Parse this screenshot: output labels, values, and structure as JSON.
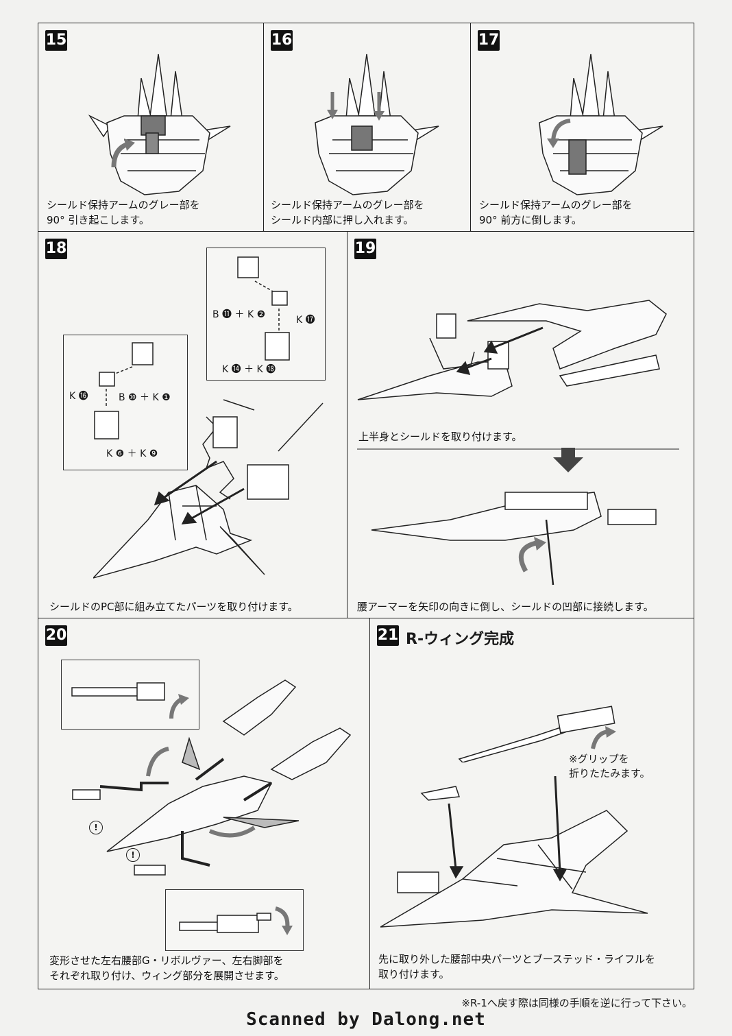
{
  "steps": {
    "s15": {
      "number": "15",
      "caption": "シールド保持アームのグレー部を\n90° 引き起こします。"
    },
    "s16": {
      "number": "16",
      "caption": "シールド保持アームのグレー部を\nシールド内部に押し入れます。"
    },
    "s17": {
      "number": "17",
      "caption": "シールド保持アームのグレー部を\n90° 前方に倒します。"
    },
    "s18": {
      "number": "18",
      "caption": "シールドのPC部に組み立てたパーツを取り付けます。",
      "parts_right": [
        "B ⓫ ＋ K ❷",
        "K ⓱",
        "K ⓮ ＋ K ⓲"
      ],
      "parts_left": [
        "K ⓰",
        "B ❿ ＋ K ❶",
        "K ❻ ＋ K ❾"
      ]
    },
    "s19": {
      "number": "19",
      "caption_top": "上半身とシールドを取り付けます。",
      "caption": "腰アーマーを矢印の向きに倒し、シールドの凹部に接続します。"
    },
    "s20": {
      "number": "20",
      "caption": "変形させた左右腰部G・リボルヴァー、左右脚部を\nそれぞれ取り付け、ウィング部分を展開させます。",
      "warn_mark": "!"
    },
    "s21": {
      "number": "21",
      "title": "R-ウィング完成",
      "note": "※グリップを\n折りたたみます。",
      "caption": "先に取り外した腰部中央パーツとブーステッド・ライフルを\n取り付けます。"
    }
  },
  "footnote": "※R-1へ戻す際は同様の手順を逆に行って下さい。",
  "credit": "Scanned by Dalong.net",
  "colors": {
    "ink": "#1a1a1a",
    "paper": "#f2f2f0",
    "badge": "#111111",
    "arrow": "#555555"
  }
}
